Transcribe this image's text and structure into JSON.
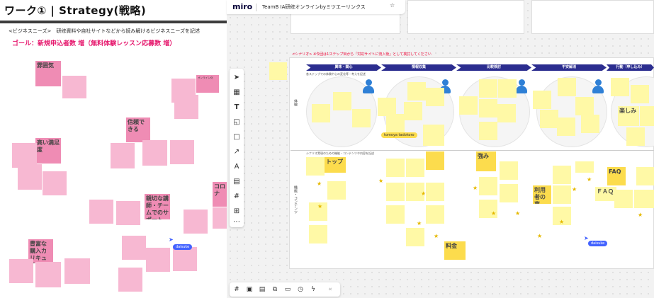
{
  "slide": {
    "title": "ワーク① | Strategy(戦略)",
    "subtitle": "<ビジネスニーズ>　研修資料や自社サイトなどから読み解けるビジネスニーズを記述",
    "goal": "ゴール：新規申込者数 増（無料体験レッスン応募数 増）",
    "labels": {
      "fun": "雰囲気",
      "reliable": "信頼できる",
      "satisfaction": "高い満足度",
      "rich_curriculum": "豊富な購入カリキュラム",
      "online": "オンライン化",
      "friendly_support": "親切な講師・チームでのサポート",
      "corona": "コロナ"
    },
    "cursor_user": "daisuke"
  },
  "app": {
    "logo": "miro",
    "board_name": "TeamB IA研修オンラインbyミツエーリンクス",
    "star_icon": "☆"
  },
  "board": {
    "frame_label_prefix": "<シナリオ>",
    "frame_label": "※今回は1ステップ目から「対応サイトに流入後」として検討してください",
    "stages": [
      "興味・関心",
      "情報収集",
      "比較検討",
      "不安解消",
      "行動（申し込み）"
    ],
    "rows": {
      "experience": "体験",
      "function": "機能・コンテンツ"
    },
    "row_caption_top": "各ステップでの体験や心の変化等・考えを記述",
    "row_caption_bottom": "シナリオ実現のための機能・コンテンツや内容を記述",
    "content_labels": {
      "top": "トップ",
      "strength": "強み",
      "faq1": "FAQ",
      "faq2": "ＦＡＱ",
      "price": "料金",
      "fun": "楽しみ",
      "flow": "利用者の声"
    },
    "user_tags": [
      "tomoya tadokoro",
      "daisuke"
    ]
  },
  "toolbar": {
    "tools": [
      "cursor-icon",
      "template-icon",
      "text-icon",
      "sticky-note-icon",
      "shape-icon",
      "pen-icon",
      "comment-icon",
      "frame-icon",
      "upload-icon",
      "more-icon"
    ],
    "bottom": [
      "frame-list-icon",
      "presentation-icon",
      "chat-icon",
      "screen-share-icon",
      "cards-icon",
      "timer-icon",
      "lightning-icon",
      "collapse-icon"
    ]
  },
  "colors": {
    "accent": "#2b2d8f",
    "goal": "#e6196e",
    "miro_blue": "#4262ff"
  }
}
